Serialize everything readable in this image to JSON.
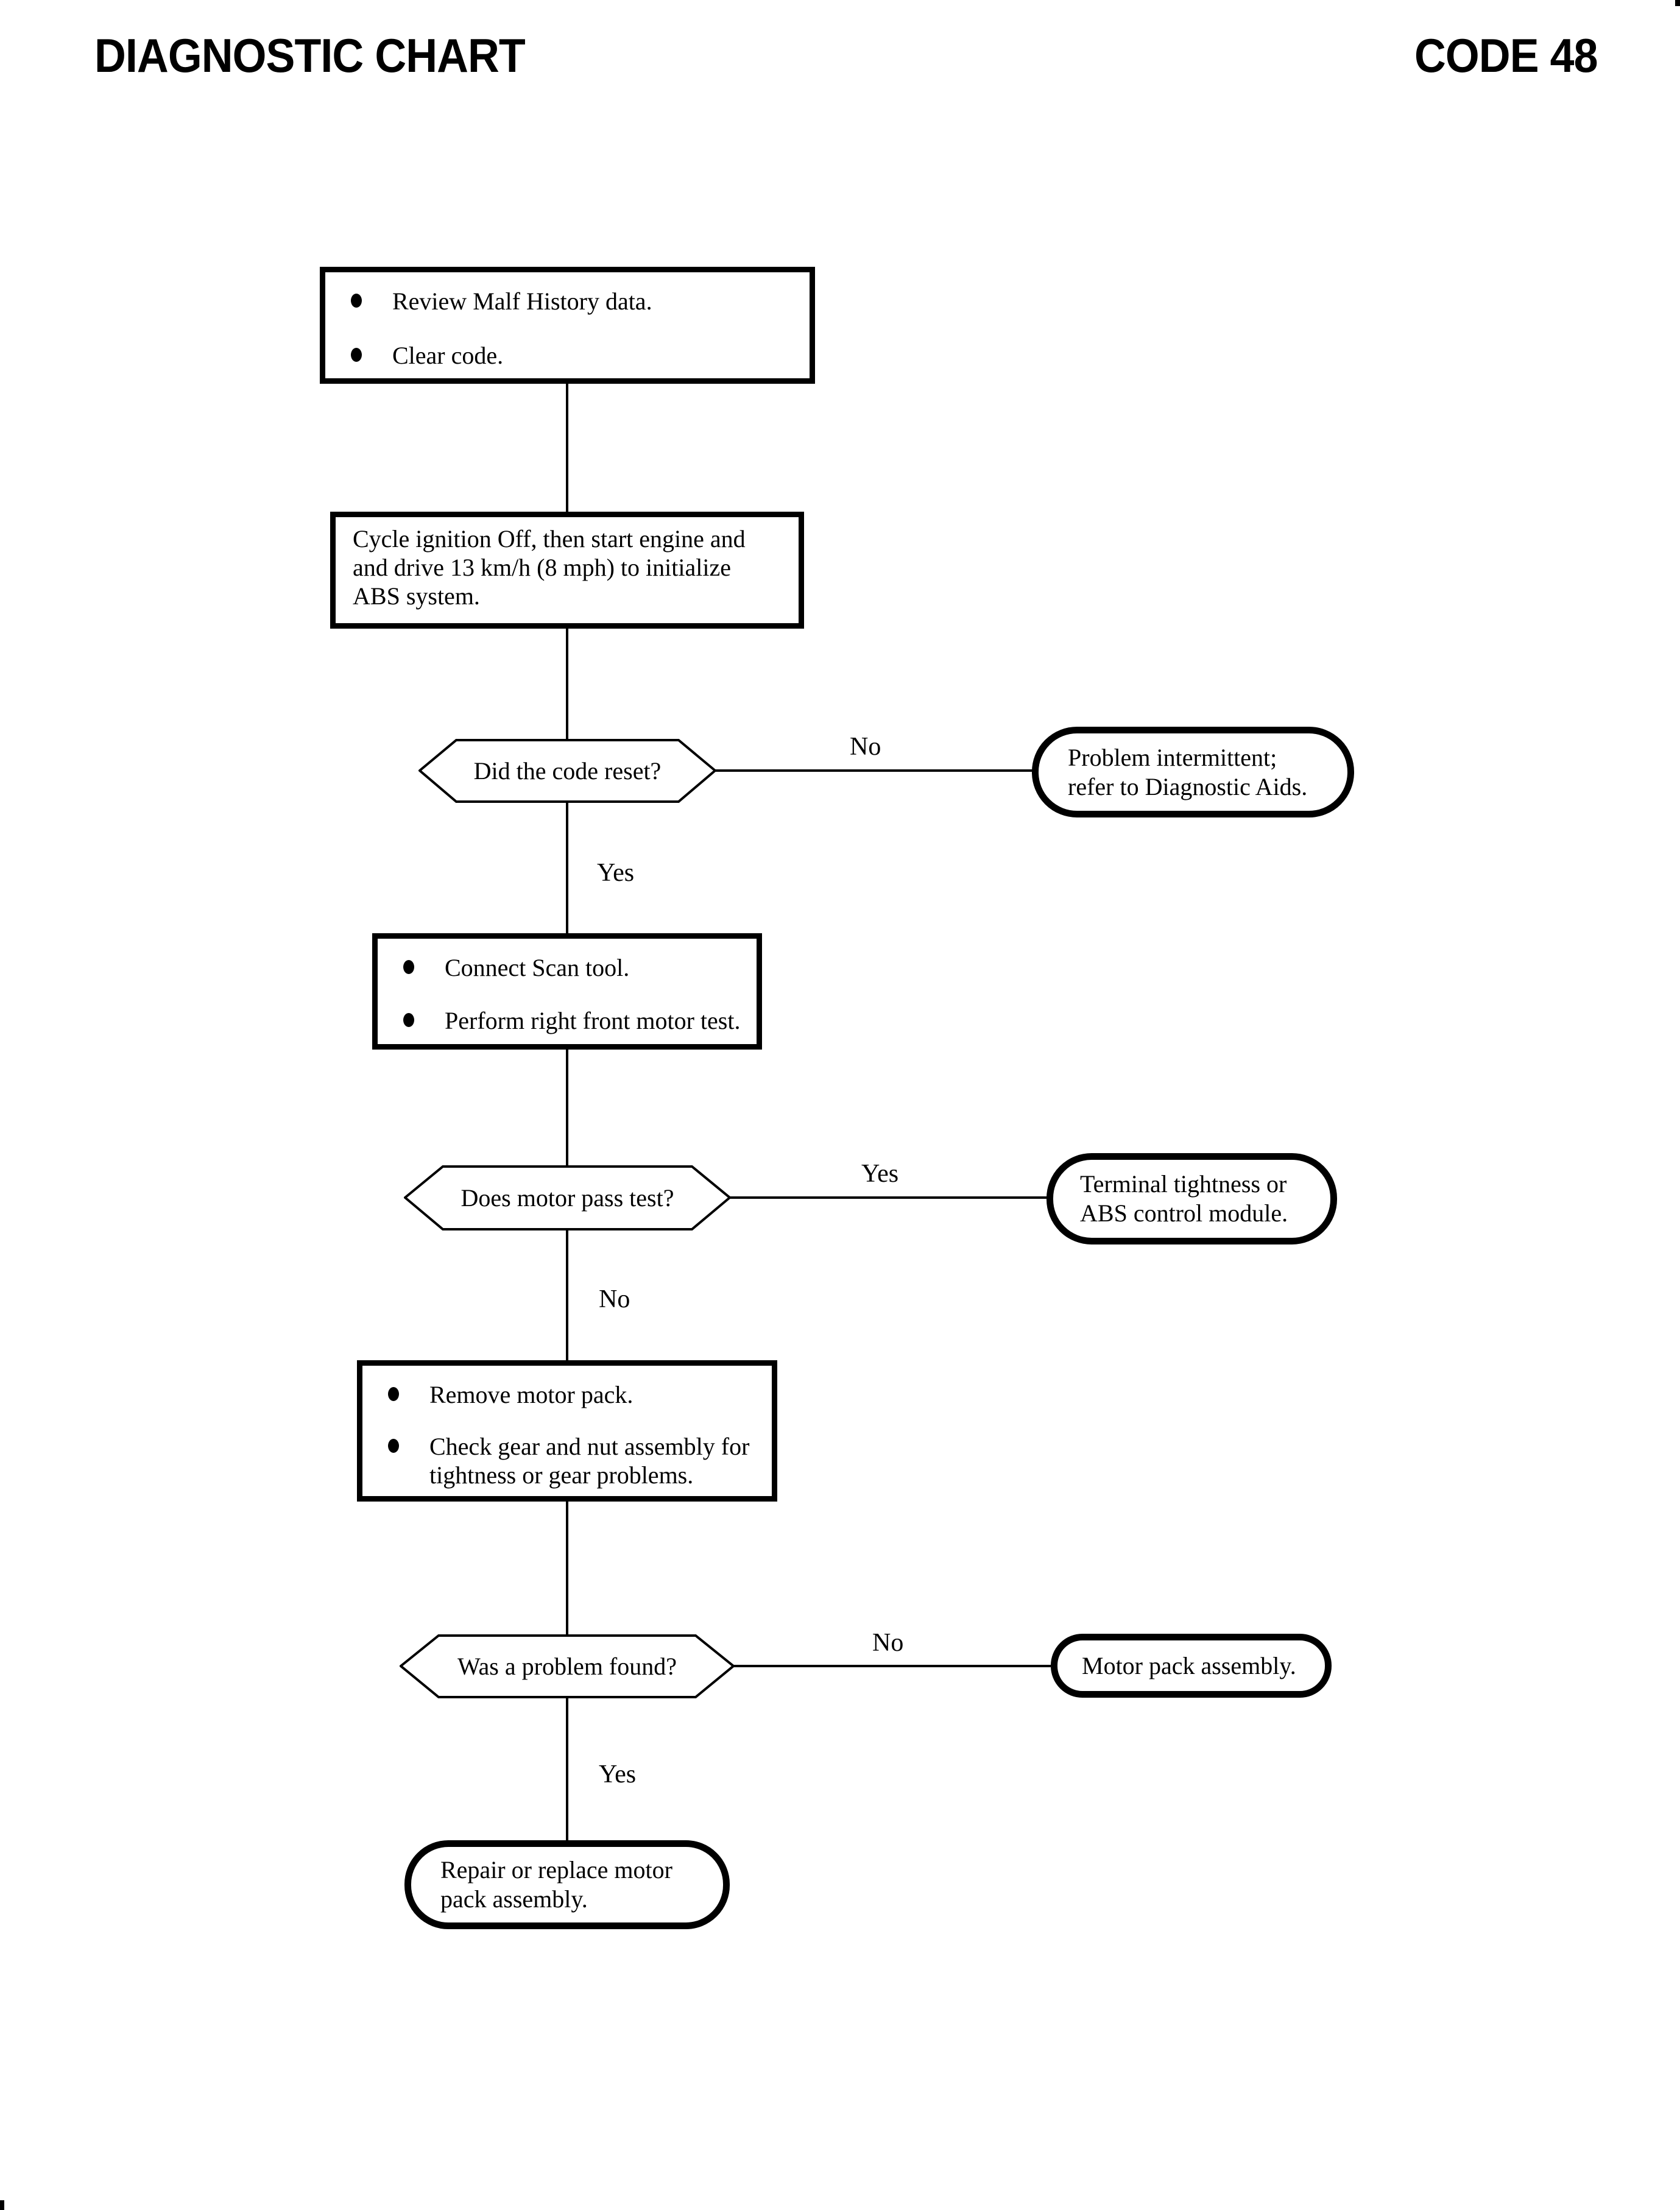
{
  "header": {
    "title": "DIAGNOSTIC CHART",
    "code": "CODE 48"
  },
  "flowchart": {
    "step_review": {
      "bullets": [
        "Review Malf History data.",
        "Clear code."
      ]
    },
    "step_cycle": {
      "lines": [
        "Cycle ignition Off, then start engine and",
        "and drive 13 km/h (8 mph) to initialize",
        "ABS system."
      ]
    },
    "decision_code_reset": {
      "question": "Did the code reset?",
      "no_label": "No",
      "yes_label": "Yes",
      "no_result": {
        "lines": [
          "Problem intermittent;",
          "refer to Diagnostic Aids."
        ]
      }
    },
    "step_scan_tool": {
      "bullets": [
        "Connect Scan tool.",
        "Perform right front motor test."
      ]
    },
    "decision_motor_test": {
      "question": "Does motor pass test?",
      "yes_label": "Yes",
      "no_label": "No",
      "yes_result": {
        "lines": [
          "Terminal tightness or",
          "ABS control module."
        ]
      }
    },
    "step_remove_pack": {
      "bullets": [
        "Remove motor pack.",
        "Check gear and nut assembly for tightness or gear problems."
      ]
    },
    "decision_problem_found": {
      "question": "Was a problem found?",
      "no_label": "No",
      "yes_label": "Yes",
      "no_result": {
        "lines": [
          "Motor pack assembly."
        ]
      }
    },
    "terminal_repair": {
      "lines": [
        "Repair or replace motor",
        "pack assembly."
      ]
    }
  }
}
